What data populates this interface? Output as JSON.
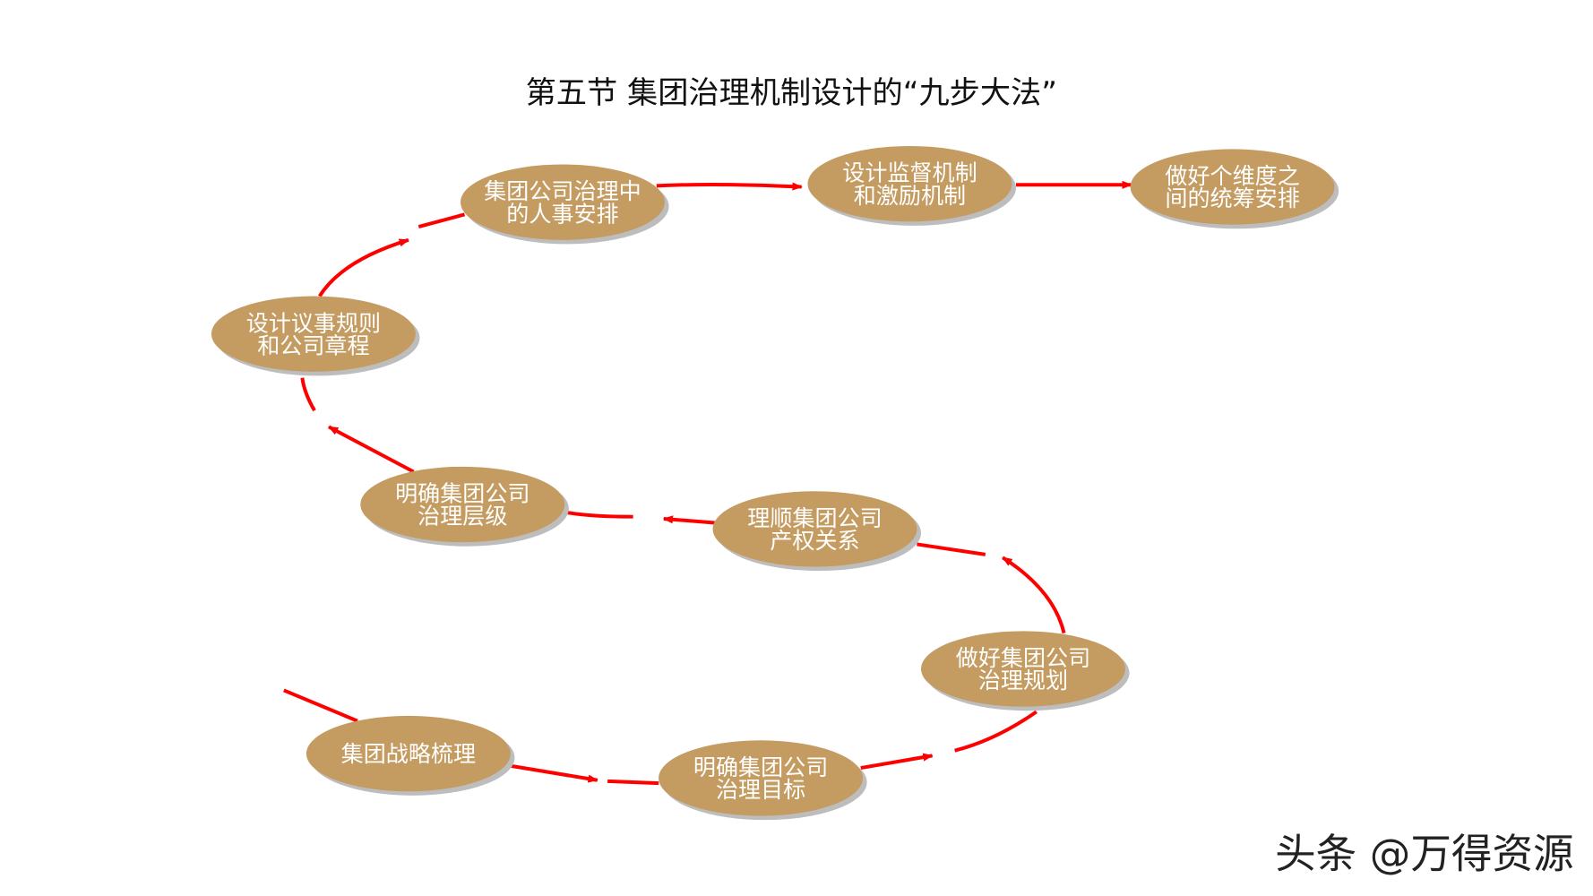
{
  "title": "第五节 集团治理机制设计的“九步大法”",
  "colors": {
    "node_fill": "#c49c62",
    "node_shadow": "#bdbdbd",
    "arrow": "#ff0000",
    "text": "#ffffff"
  },
  "steps": [
    {
      "lines": [
        "集团战略梳理"
      ]
    },
    {
      "lines": [
        "明确集团公司",
        "治理目标"
      ]
    },
    {
      "lines": [
        "做好集团公司",
        "治理规划"
      ]
    },
    {
      "lines": [
        "理顺集团公司",
        "产权关系"
      ]
    },
    {
      "lines": [
        "明确集团公司",
        "治理层级"
      ]
    },
    {
      "lines": [
        "设计议事规则",
        "和公司章程"
      ]
    },
    {
      "lines": [
        "集团公司治理中",
        "的人事安排"
      ]
    },
    {
      "lines": [
        "设计监督机制",
        "和激励机制"
      ]
    },
    {
      "lines": [
        "做好个维度之",
        "间的统筹安排"
      ]
    }
  ],
  "watermark": "头条 @万得资源"
}
